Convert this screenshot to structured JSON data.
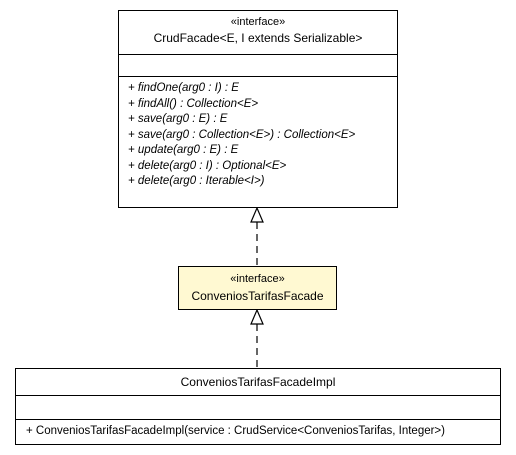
{
  "crud_facade": {
    "stereotype": "«interface»",
    "name": "CrudFacade<E, I extends Serializable>",
    "operations": [
      "+ findOne(arg0 : I) : E",
      "+ findAll() : Collection<E>",
      "+ save(arg0 : E) : E",
      "+ save(arg0 : Collection<E>) : Collection<E>",
      "+ update(arg0 : E) : E",
      "+ delete(arg0 : I) : Optional<E>",
      "+ delete(arg0 : Iterable<I>)"
    ]
  },
  "convenios_facade": {
    "stereotype": "«interface»",
    "name": "ConveniosTarifasFacade"
  },
  "convenios_impl": {
    "name": "ConveniosTarifasFacadeImpl",
    "operations": [
      "+ ConveniosTarifasFacadeImpl(service : CrudService<ConveniosTarifas, Integer>)"
    ]
  },
  "colors": {
    "border": "#000000",
    "interface_highlight": "#fff9d2",
    "background": "#ffffff"
  }
}
